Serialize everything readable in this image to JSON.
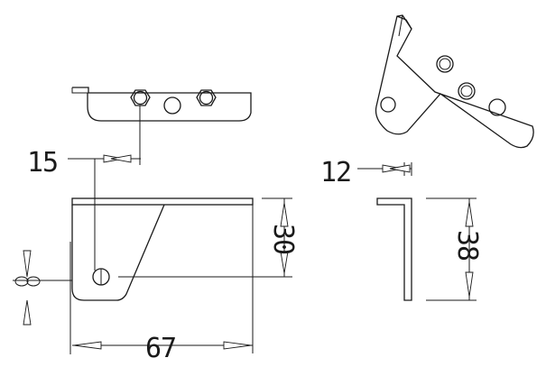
{
  "drawing": {
    "dimensions": {
      "hole_offset": "15",
      "thickness": "12",
      "hole_height": "30",
      "side_height": "38",
      "width": "67"
    }
  }
}
